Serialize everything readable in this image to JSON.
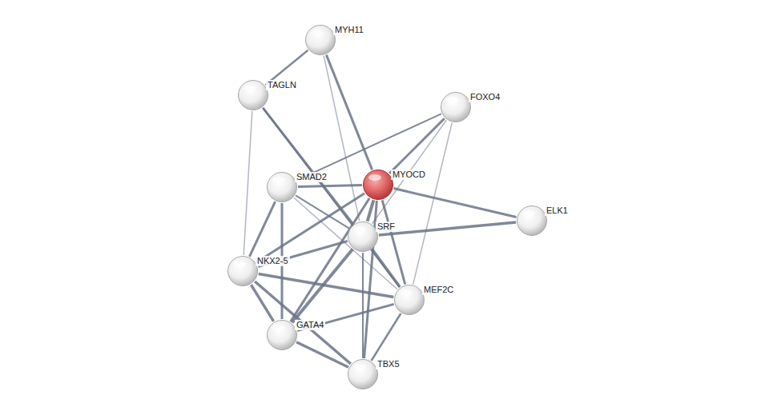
{
  "diagram": {
    "nodes": [
      {
        "text": [
          "MYH11"
        ]
      },
      {
        "text": [
          "TAGLN"
        ]
      },
      {
        "text": [
          "FOXO4"
        ]
      },
      {
        "text": [
          "SMAD2"
        ]
      },
      {
        "text": [
          "MYOCD"
        ]
      },
      {
        "text": [
          "ELK1"
        ]
      },
      {
        "text": [
          "SRF"
        ]
      },
      {
        "text": [
          "NKX2-5"
        ]
      },
      {
        "text": [
          "MEF2C"
        ]
      },
      {
        "text": [
          "GATA4"
        ]
      },
      {
        "text": [
          "TBX5"
        ]
      }
    ],
    "edges": [
      {
        "from": 0,
        "to": 1,
        "arrow": "none"
      },
      {
        "from": 0,
        "to": 4,
        "arrow": "none"
      },
      {
        "from": 0,
        "to": 6,
        "arrow": "none"
      },
      {
        "from": 1,
        "to": 6,
        "arrow": "none"
      },
      {
        "from": 1,
        "to": 8,
        "arrow": "none"
      },
      {
        "from": 1,
        "to": 7,
        "arrow": "none"
      },
      {
        "from": 2,
        "to": 4,
        "arrow": "none"
      },
      {
        "from": 2,
        "to": 3,
        "arrow": "none"
      },
      {
        "from": 2,
        "to": 6,
        "arrow": "none"
      },
      {
        "from": 2,
        "to": 8,
        "arrow": "none"
      },
      {
        "from": 3,
        "to": 4,
        "arrow": "none"
      },
      {
        "from": 3,
        "to": 6,
        "arrow": "none"
      },
      {
        "from": 3,
        "to": 9,
        "arrow": "none"
      },
      {
        "from": 3,
        "to": 7,
        "arrow": "none"
      },
      {
        "from": 3,
        "to": 8,
        "arrow": "none"
      },
      {
        "from": 4,
        "to": 5,
        "arrow": "none"
      },
      {
        "from": 4,
        "to": 6,
        "arrow": "none"
      },
      {
        "from": 4,
        "to": 7,
        "arrow": "none"
      },
      {
        "from": 4,
        "to": 9,
        "arrow": "none"
      },
      {
        "from": 4,
        "to": 8,
        "arrow": "none"
      },
      {
        "from": 4,
        "to": 10,
        "arrow": "none"
      },
      {
        "from": 6,
        "to": 5,
        "arrow": "none"
      },
      {
        "from": 6,
        "to": 7,
        "arrow": "none"
      },
      {
        "from": 6,
        "to": 9,
        "arrow": "none"
      },
      {
        "from": 6,
        "to": 8,
        "arrow": "none"
      },
      {
        "from": 6,
        "to": 10,
        "arrow": "none"
      },
      {
        "from": 7,
        "to": 8,
        "arrow": "none"
      },
      {
        "from": 7,
        "to": 9,
        "arrow": "none"
      },
      {
        "from": 7,
        "to": 10,
        "arrow": "none"
      },
      {
        "from": 9,
        "to": 8,
        "arrow": "none"
      },
      {
        "from": 9,
        "to": 10,
        "arrow": "none"
      },
      {
        "from": 8,
        "to": 10,
        "arrow": "none"
      }
    ]
  }
}
